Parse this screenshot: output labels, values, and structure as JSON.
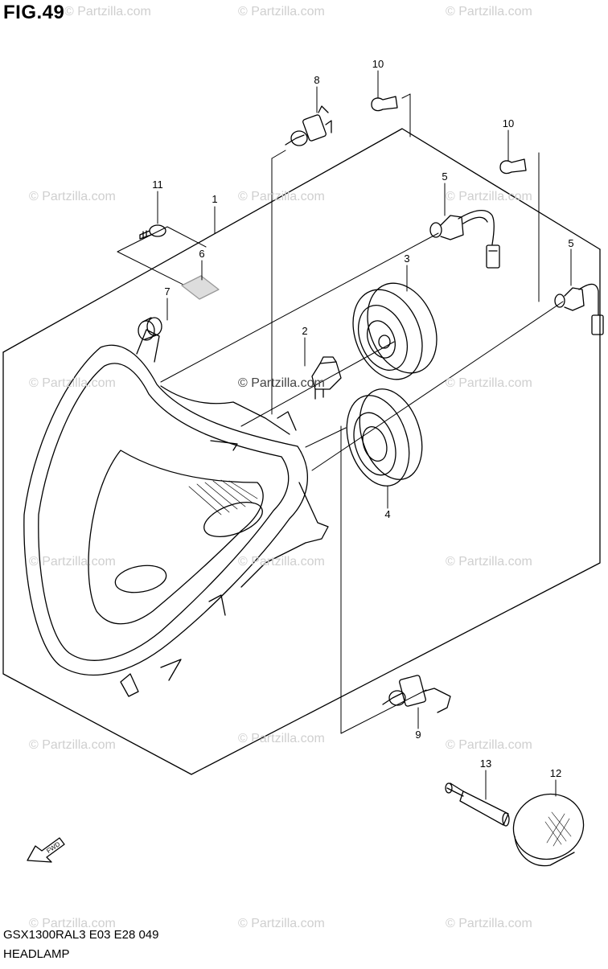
{
  "figure": {
    "title": "FIG.49",
    "code": "GSX1300RAL3  E03  E28  049",
    "name": "HEADLAMP"
  },
  "watermark": "© Partzilla.com",
  "callouts": {
    "c1": "1",
    "c2": "2",
    "c3": "3",
    "c4": "4",
    "c5a": "5",
    "c5b": "5",
    "c6": "6",
    "c7": "7",
    "c8": "8",
    "c9": "9",
    "c10a": "10",
    "c10b": "10",
    "c11": "11",
    "c12": "12",
    "c13": "13"
  },
  "fwd_label": "FWD"
}
